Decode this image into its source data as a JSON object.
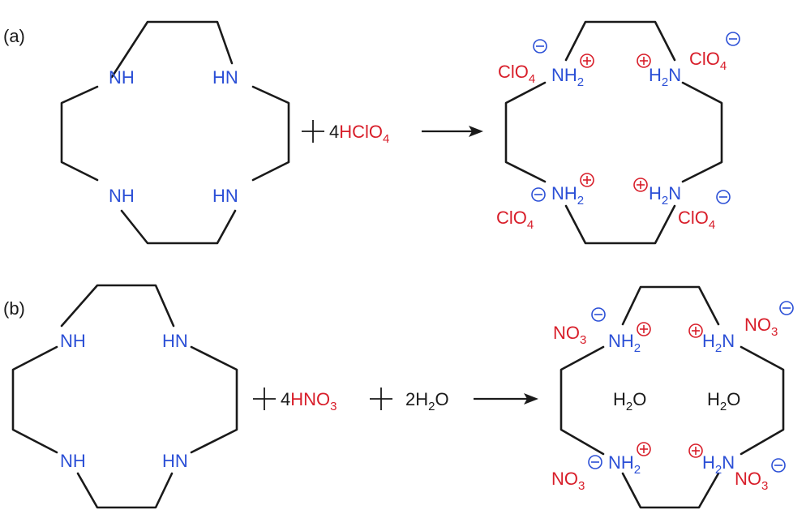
{
  "panels": [
    {
      "id": "a",
      "label": "(a)",
      "reactant_n_labels": [
        "NH",
        "HN",
        "NH",
        "HN"
      ],
      "coefficient": "4",
      "reagent_main": "HClO",
      "reagent_sub": "4",
      "product_n_labels": [
        "NH",
        "H",
        "NH",
        "H"
      ],
      "product_n_sub": "2",
      "product_n_tail": "N",
      "anion_main": "ClO",
      "anion_sub": "4"
    },
    {
      "id": "b",
      "label": "(b)",
      "reactant_n_labels": [
        "NH",
        "HN",
        "NH",
        "HN"
      ],
      "coefficient": "4",
      "reagent_main": "HNO",
      "reagent_sub": "3",
      "water_coefficient": "2",
      "water_main": "H",
      "water_sub": "2",
      "water_tail": "O",
      "product_n_labels": [
        "NH",
        "H",
        "NH",
        "H"
      ],
      "product_n_sub": "2",
      "product_n_tail": "N",
      "anion_main": "NO",
      "anion_sub": "3",
      "included_water": [
        "H",
        "H"
      ],
      "included_water_sub": "2",
      "included_water_tail": "O"
    }
  ],
  "colors": {
    "nitrogen": "#2b4fd6",
    "acid": "#d81e2a",
    "bond": "#1a1a1a"
  }
}
